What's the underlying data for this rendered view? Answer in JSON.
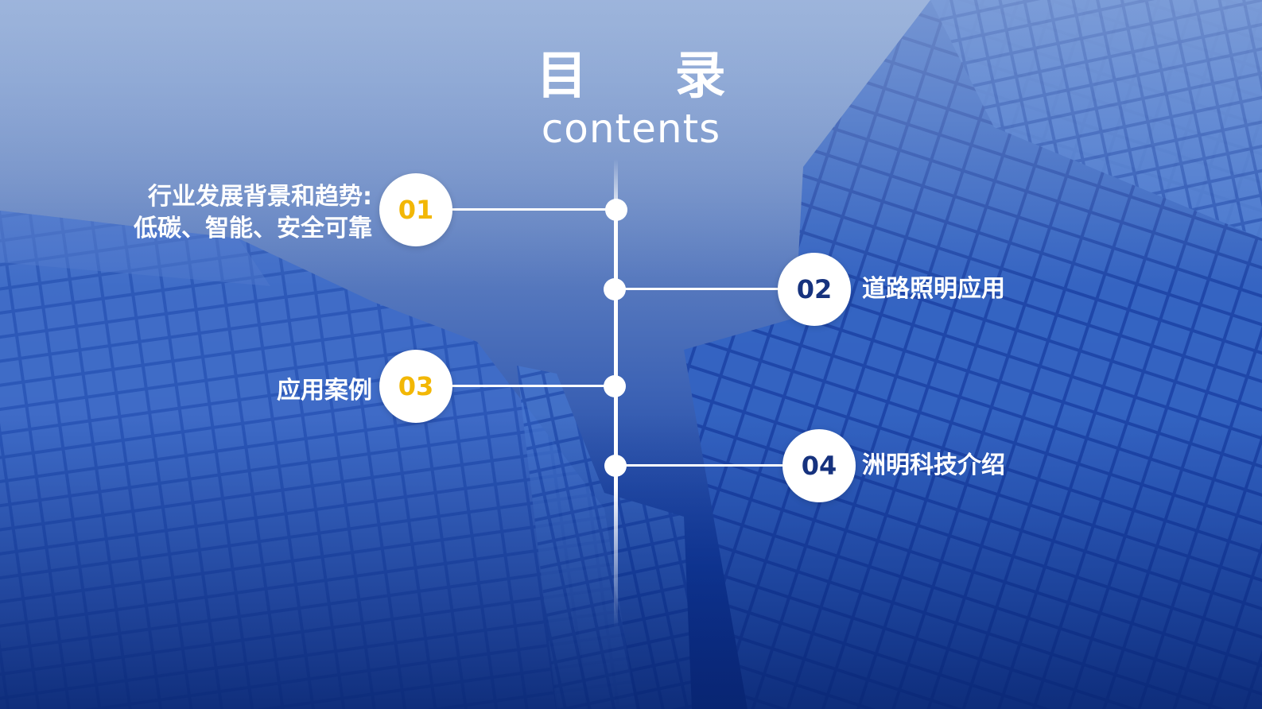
{
  "title": {
    "main": "目 录",
    "sub": "contents"
  },
  "items": [
    {
      "number": "01",
      "label_line1": "行业发展背景和趋势:",
      "label_line2": "低碳、智能、安全可靠"
    },
    {
      "number": "02",
      "label": "道路照明应用"
    },
    {
      "number": "03",
      "label": "应用案例"
    },
    {
      "number": "04",
      "label": "洲明科技介绍"
    }
  ],
  "colors": {
    "accent_gold": "#f2b705",
    "accent_navy": "#16327e",
    "background_top": "#8eaad6",
    "background_bottom": "#0b2b86"
  }
}
